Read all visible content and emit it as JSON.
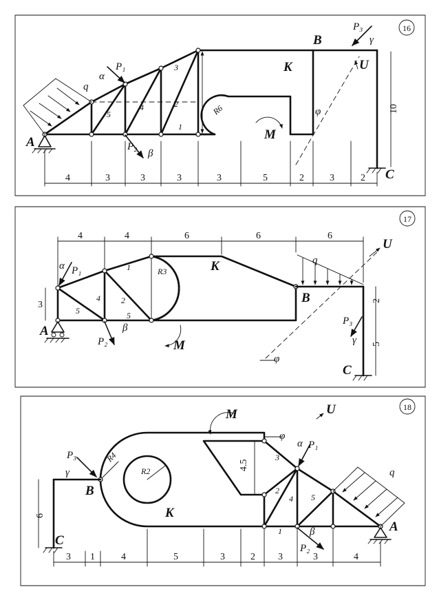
{
  "panel16": {
    "number": "16",
    "labels": {
      "A": "A",
      "B": "B",
      "C": "C",
      "K": "K",
      "M": "M",
      "U": "U"
    },
    "loads": {
      "P1": "P₁",
      "P2": "P₂",
      "P3": "P₃",
      "q": "q"
    },
    "angles": {
      "alpha": "α",
      "beta": "β",
      "gamma": "γ",
      "phi": "φ"
    },
    "radius": "R6",
    "height": "10",
    "members": [
      "1",
      "2",
      "3",
      "4",
      "5"
    ],
    "dims": [
      "4",
      "3",
      "3",
      "3",
      "3",
      "5",
      "2",
      "3",
      "2"
    ]
  },
  "panel17": {
    "number": "17",
    "labels": {
      "A": "A",
      "B": "B",
      "C": "C",
      "K": "K",
      "M": "M",
      "U": "U"
    },
    "loads": {
      "P1": "P₁",
      "P2": "P₂",
      "P3": "P₃",
      "q": "q"
    },
    "angles": {
      "alpha": "α",
      "beta": "β",
      "gamma": "γ",
      "phi": "φ"
    },
    "radius": "R3",
    "members": [
      "1",
      "2",
      "3",
      "4",
      "5"
    ],
    "dims_top": [
      "4",
      "4",
      "6",
      "6",
      "6"
    ],
    "dims_side": [
      "3",
      "2",
      "5"
    ]
  },
  "panel18": {
    "number": "18",
    "labels": {
      "A": "A",
      "B": "B",
      "C": "C",
      "K": "K",
      "M": "M",
      "U": "U"
    },
    "loads": {
      "P1": "P₁",
      "P2": "P₂",
      "P3": "P₃",
      "q": "q"
    },
    "angles": {
      "alpha": "α",
      "beta": "β",
      "gamma": "γ",
      "phi": "φ"
    },
    "radii": {
      "outer": "R4",
      "inner": "R2"
    },
    "members": [
      "1",
      "2",
      "3",
      "4",
      "5"
    ],
    "dims_bottom": [
      "3",
      "1",
      "4",
      "5",
      "3",
      "2",
      "3",
      "3",
      "4"
    ],
    "dims_side": [
      "6",
      "4.5"
    ]
  }
}
